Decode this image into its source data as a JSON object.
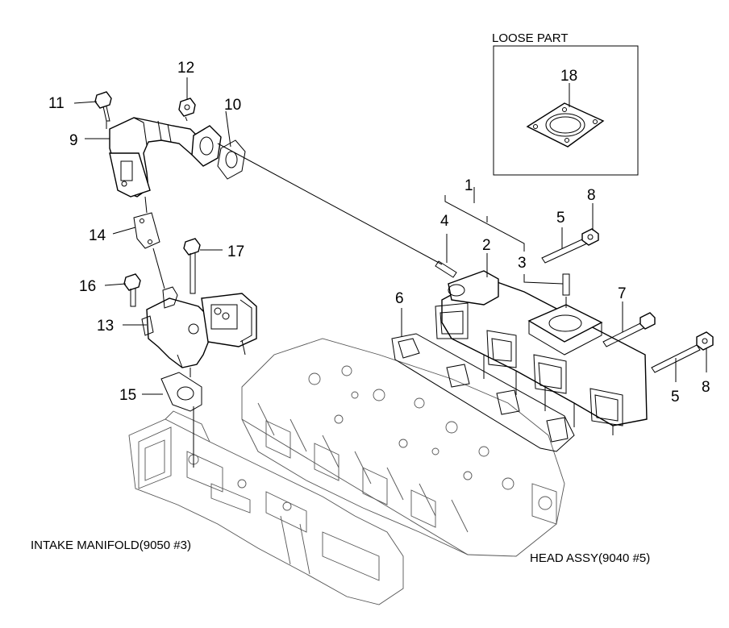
{
  "captions": {
    "loose_part": "LOOSE PART",
    "intake_manifold": "INTAKE MANIFOLD(9050 #3)",
    "head_assy": "HEAD ASSY(9040 #5)"
  },
  "callouts": {
    "c1": "1",
    "c2": "2",
    "c3": "3",
    "c4": "4",
    "c5a": "5",
    "c5b": "5",
    "c6": "6",
    "c7": "7",
    "c8a": "8",
    "c8b": "8",
    "c9": "9",
    "c10": "10",
    "c11": "11",
    "c12": "12",
    "c13": "13",
    "c14": "14",
    "c15": "15",
    "c16": "16",
    "c17": "17",
    "c18": "18"
  }
}
